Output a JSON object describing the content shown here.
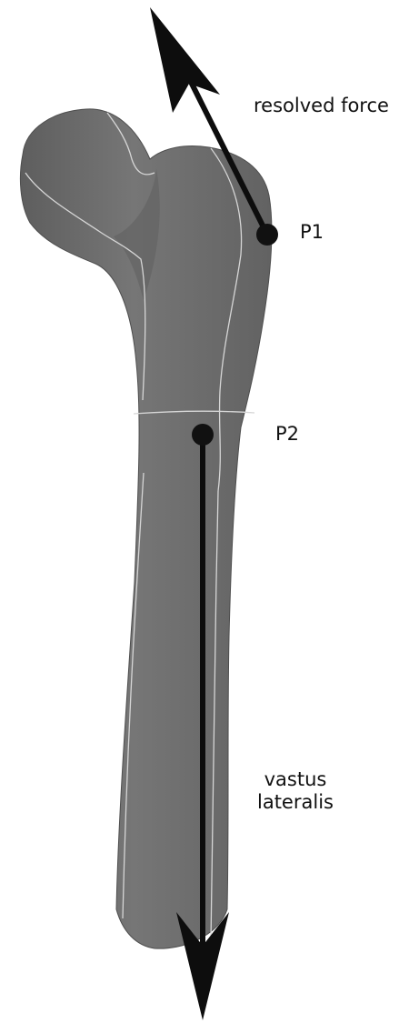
{
  "labels": {
    "resolved_force": "resolved force",
    "p1": "P1",
    "p2": "P2",
    "muscle_line1": "vastus",
    "muscle_line2": "lateralis"
  },
  "colors": {
    "bone_fill": "#6f6f6f",
    "bone_shade": "#5a5a5a",
    "contour_lines": "#d8d8d8",
    "arrows": "#0d0d0d",
    "points": "#111111"
  }
}
